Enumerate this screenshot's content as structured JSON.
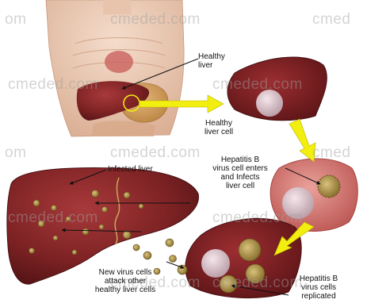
{
  "labels": {
    "healthy_liver": "Healthy\nliver",
    "healthy_liver_cell": "Healthy\nliver cell",
    "hep_b_enters": "Hepatitis B\nvirus cell enters\nand Infects\nliver cell",
    "infected_liver": "Infected liver",
    "new_virus_cells": "New virus cells\nattack other\nhealthy liver cells",
    "hep_b_replicated": "Hepatitis B\nvirus cells\nreplicated"
  },
  "watermark": {
    "site": "cmeded.com",
    "fragments": [
      "om",
      "cmed"
    ]
  },
  "colors": {
    "arrow_yellow": "#f2ee10",
    "liver_dark": "#6e1a1c",
    "liver_mid": "#8e2a2c",
    "cell_pink": "#d97a78",
    "virus_gold": "#b99a3a",
    "skin": "#e9c9b3"
  }
}
